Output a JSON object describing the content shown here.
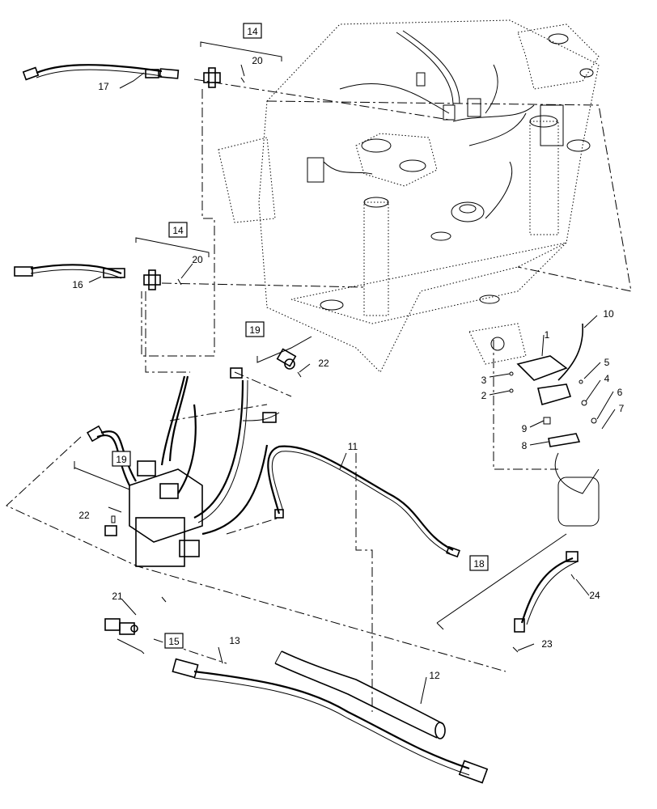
{
  "callouts": {
    "c1": "1",
    "c2": "2",
    "c3": "3",
    "c4": "4",
    "c5": "5",
    "c6": "6",
    "c7": "7",
    "c8": "8",
    "c9": "9",
    "c10": "10",
    "c11": "11",
    "c12": "12",
    "c13": "13",
    "c14a": "14",
    "c14b": "14",
    "c15": "15",
    "c16": "16",
    "c17": "17",
    "c18": "18",
    "c19a": "19",
    "c19b": "19",
    "c20a": "20",
    "c20b": "20",
    "c21": "21",
    "c22a": "22",
    "c22b": "22",
    "c23": "23",
    "c24": "24"
  }
}
